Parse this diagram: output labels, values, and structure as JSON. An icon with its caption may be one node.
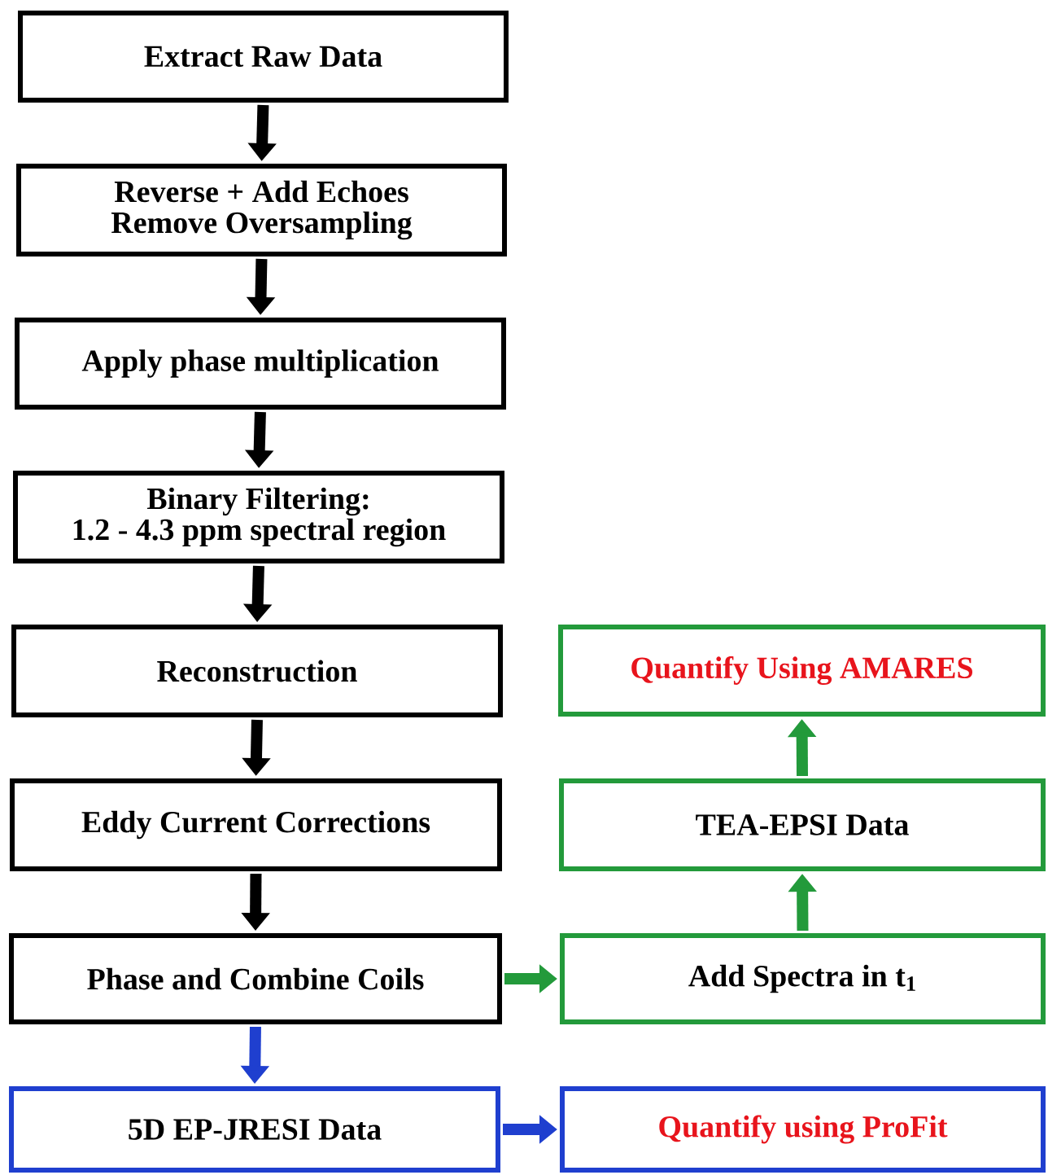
{
  "diagram": {
    "nodes": [
      {
        "text": [
          "Extract Raw Data"
        ]
      },
      {
        "text": [
          "Reverse + Add Echoes",
          "Remove Oversampling"
        ]
      },
      {
        "text": [
          "Apply phase multiplication"
        ]
      },
      {
        "text": [
          "Binary Filtering:",
          "1.2 - 4.3 ppm spectral region"
        ]
      },
      {
        "text": [
          "Reconstruction"
        ]
      },
      {
        "text": [
          "Quantify Using AMARES"
        ]
      },
      {
        "text": [
          "Eddy Current Corrections"
        ]
      },
      {
        "text": [
          "TEA-EPSI Data"
        ]
      },
      {
        "text": [
          "Phase and Combine Coils"
        ]
      },
      {
        "text": [
          "Add Spectra in t$_{1}$"
        ]
      },
      {
        "text": [
          "5D EP-JRESI Data"
        ]
      },
      {
        "text": [
          "Quantify using ProFit"
        ]
      }
    ],
    "edges": [
      {
        "from": 0,
        "to": 1,
        "arrow": "to"
      },
      {
        "from": 1,
        "to": 2,
        "arrow": "to"
      },
      {
        "from": 2,
        "to": 3,
        "arrow": "to"
      },
      {
        "from": 3,
        "to": 4,
        "arrow": "to"
      },
      {
        "from": 4,
        "to": 6,
        "arrow": "to"
      },
      {
        "from": 6,
        "to": 8,
        "arrow": "to"
      },
      {
        "from": 8,
        "to": 10,
        "arrow": "to",
        "color": "#1f3fcf"
      },
      {
        "from": 8,
        "to": 9,
        "arrow": "to",
        "color": "#239a3b"
      },
      {
        "from": 9,
        "to": 7,
        "arrow": "to",
        "color": "#239a3b"
      },
      {
        "from": 7,
        "to": 5,
        "arrow": "to",
        "color": "#239a3b"
      },
      {
        "from": 10,
        "to": 11,
        "arrow": "to",
        "color": "#1f3fcf"
      }
    ]
  }
}
